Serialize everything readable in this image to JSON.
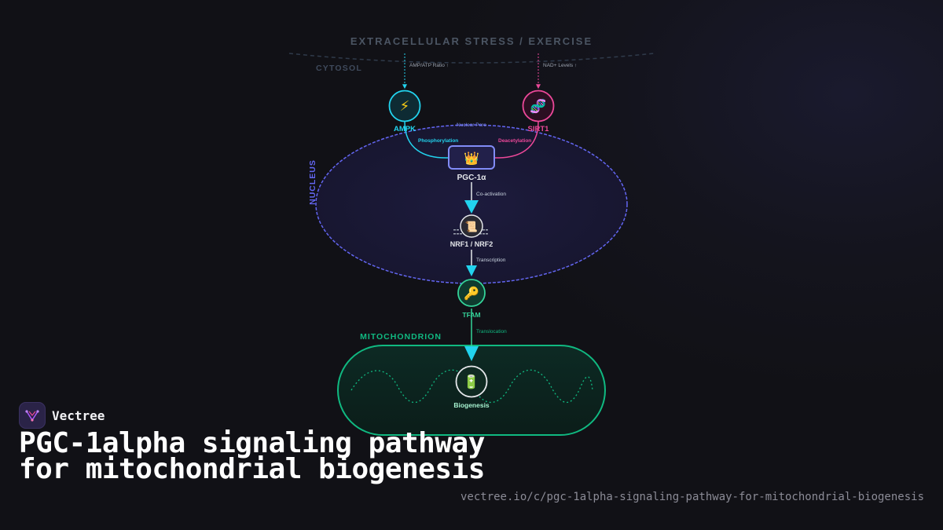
{
  "diagram": {
    "header": "EXTRACELLULAR STRESS / EXERCISE",
    "compartments": {
      "cytosol": "CYTOSOL",
      "nucleus": "NUCLEUS",
      "nuclear_pore": "Nuclear Pore",
      "mitochondrion": "MITOCHONDRION"
    },
    "signals": {
      "amp_atp": "AMP/ATP Ratio ↑",
      "nad": "NAD+ Levels ↑"
    },
    "nodes": {
      "ampk": {
        "label": "AMPK",
        "icon": "lightning-icon",
        "glyph": "⚡",
        "color": "#22d3ee"
      },
      "sirt1": {
        "label": "SIRT1",
        "icon": "dna-icon",
        "glyph": "🧬",
        "color": "#ec4899"
      },
      "pgc1a": {
        "label": "PGC-1α",
        "icon": "crown-icon",
        "glyph": "👑",
        "color": "#818cf8"
      },
      "nrf": {
        "label": "NRF1 / NRF2",
        "icon": "scroll-icon",
        "glyph": "📜",
        "color": "#e5e7eb"
      },
      "tfam": {
        "label": "TFAM",
        "icon": "key-icon",
        "glyph": "🔑",
        "color": "#34d399"
      },
      "biogenesis": {
        "label": "Biogenesis",
        "icon": "battery-icon",
        "glyph": "🔋",
        "color": "#a7f3d0"
      }
    },
    "edges": {
      "phosphorylation": "Phosphorylation",
      "deacetylation": "Deacetylation",
      "coactivation": "Co-activation",
      "transcription": "Transcription",
      "translocation": "Translocation"
    },
    "colors": {
      "cyan": "#22d3ee",
      "pink": "#ec4899",
      "indigo": "#6366f1",
      "green": "#10b981",
      "muted": "#6b7280"
    }
  },
  "brand": {
    "name": "Vectree",
    "logo_icon": "vectree-logo-icon"
  },
  "page": {
    "title": "PGC-1alpha signaling pathway for mitochondrial biogenesis",
    "url": "vectree.io/c/pgc-1alpha-signaling-pathway-for-mitochondrial-biogenesis"
  }
}
